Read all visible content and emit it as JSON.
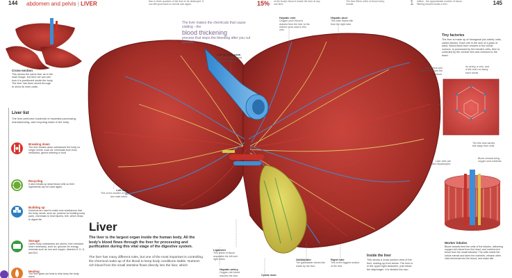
{
  "header": {
    "page_left": "144",
    "section": "abdomen and pelvis",
    "organ": "LIVER",
    "page_right": "145",
    "note1": "liver is three-quarters of the liver to be destroyed. It can still grow back to normal size again.",
    "percent": "15%",
    "note2": "of the body's blood is inside the liver at any one time.",
    "note3": "The liver filters a litre of blood every minute.",
    "big_number": "1",
    "note4": "million - the approximate number of blood-filtering lobules inside a liver."
  },
  "cross_section": {
    "title": "Cross-section",
    "text": "This shows the same liver as in the main image, but here we can see how it is positioned inside the body. The liver has been sliced through to show its inner parts."
  },
  "liver_list": {
    "title": "Liver list",
    "intro": "The liver performs hundreds of essential processing, manufacturing, and recycling tasks in the body.",
    "functions": [
      {
        "title": "Breaking down",
        "text": "The liver breaks down substances the body no longer needs, such as: chemicals from food, medicines, germs entering in food",
        "color": "#d8332a"
      },
      {
        "title": "Recycling",
        "text": "It also breaks up dead blood cells so their ingredients can be used again.",
        "color": "#6aaa35"
      },
      {
        "title": "Building up",
        "text": "Nutrients are used to make new substances that the body needs, such as: proteins for building body parts, chemicals to heal injuries, bile, which helps to digest fat",
        "color": "#2d7fc1"
      },
      {
        "title": "Storage",
        "text": "Useful body substances are stored, then released when necessary, such as: glucose for energy, minerals such as iron and copper, vitamins A, D, K, and B12",
        "color": "#3c9a46"
      },
      {
        "title": "Heating",
        "text": "The liver gives out heat to help keep the body warm.",
        "color": "#e07b2a"
      }
    ]
  },
  "callouts": {
    "headline_small1": "The liver makes the chemicals that cause clotting - the",
    "headline_big": "blood thickening",
    "headline_small2": "process that stops the bleeding after you cut yourself.",
    "ivc_title": "Inferior vena cava",
    "ivc_text": "This vein carries blood back to the heart.",
    "hv_title": "Hepatic vein",
    "hv_text": "Oxygen-poor blood is drained from the liver to the inferior vena cava in this vein.",
    "hd_title": "Hepatic duct",
    "hd_text": "This tube drains bile from the right lobe.",
    "ll_title": "Left lobe",
    "ll_text": "This is the smaller of the two main lobes.",
    "lig_title": "Ligament",
    "lig_text": "This sheet of tissue separates the left and right lobes.",
    "ha_title": "Hepatic artery",
    "ha_text": "Oxygen-rich blood reaches the liver.",
    "cd_title": "Cystic duct",
    "gb_title": "Gallbladder",
    "gb_text": "The gallbladder stores bile made by the liver.",
    "rl_title": "Right lobe",
    "rl_text": "This is the biggest section of the liver.",
    "ae_title": "An artery, a vein, and a bile duct run along each lobule.",
    "cv_text": "The central vein drains blood from the lobule.",
    "bd_text": "The bile duct carries bile away from cells.",
    "lc_text": "Liver cells are called hepatocytes.",
    "bv_text": "Blood vessels bring oxygen and nutrients."
  },
  "liver_article": {
    "title": "Liver",
    "lead": "The liver is the largest organ inside the human body. All the body's blood flows through the liver for processing and purification during this vital stage of the digestive system.",
    "body": "The liver has many different roles, but one of the most important is controlling the chemical make-up of the blood to keep body conditions stable. Nutrient-rich blood from the small intestine flows directly into the liver, which"
  },
  "tiny_factories": {
    "title": "Tiny factories",
    "text": "The liver is made up of hexagonal (six-sided) units, called lobules. Each one is the size of a grain of sand. Blood flows from vessels in the lobule corners, is processed by the lobule's cells, then is collected by the central vein and returned to the heart."
  },
  "worker_lobules": {
    "title": "Worker lobules",
    "text": "Blood vessels feed the cells of the lobules, delivering oxygen-rich blood from the heart, and nutrient-rich blood from the small intestine. The cells inside the lobule extract and store the nutrients, release other vital chemicals into the blood, and make bile."
  },
  "inside_liver": {
    "title": "Inside the liver",
    "text": "This shows a cross-section view of the liver, looking up from below. The liver is in the upper right abdomen, just below the diaphragm. It is divided into two"
  }
}
